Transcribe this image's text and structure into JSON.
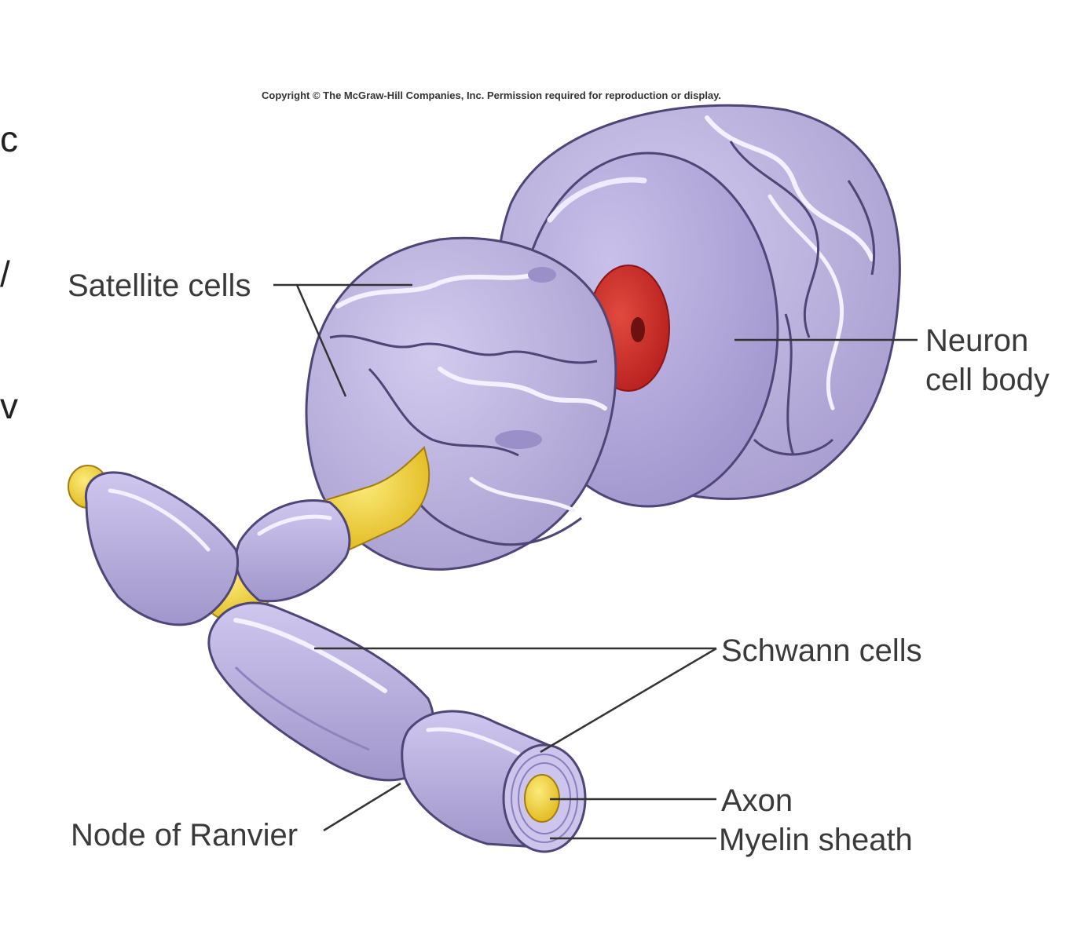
{
  "copyright": "Copyright © The McGraw-Hill Companies, Inc. Permission required for reproduction or display.",
  "labels": {
    "satellite": "Satellite cells",
    "neuron_line1": "Neuron",
    "neuron_line2": "cell body",
    "schwann": "Schwann cells",
    "axon": "Axon",
    "myelin": "Myelin sheath",
    "node": "Node of Ranvier"
  },
  "edge_glyphs": [
    "c",
    "/",
    "v"
  ],
  "colors": {
    "cell_fill": "#b9b0dc",
    "cell_shade": "#9e93c8",
    "cell_outline": "#4e4676",
    "nucleus": "#d62a2a",
    "axon_yellow": "#f2d23a",
    "leader": "#333333"
  }
}
